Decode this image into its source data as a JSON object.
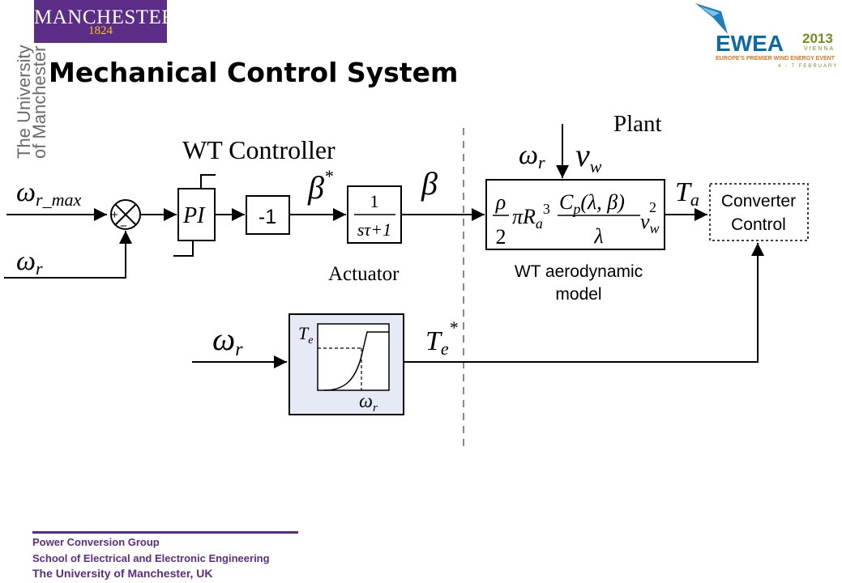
{
  "header": {
    "title": "Mechanical Control System",
    "manchester_logo": {
      "line1": "MANCHESTER",
      "line2": "1824"
    },
    "university_vertical": {
      "line1": "The University",
      "line2": "of Manchester"
    },
    "ewea_logo": {
      "wordmark": "EWEA",
      "year": "2013",
      "city": "VIENNA",
      "tagline": "EUROPE'S PREMIER WIND ENERGY EVENT",
      "dates": "4 - 7 FEBRUARY"
    }
  },
  "diagram": {
    "wt_controller_label": "WT Controller",
    "plant_label": "Plant",
    "actuator_label": "Actuator",
    "wt_aero_label": {
      "line1": "WT aerodynamic",
      "line2": "model"
    },
    "converter_label": {
      "line1": "Converter",
      "line2": "Control"
    },
    "pi_label": "PI",
    "gain_label": "-1",
    "tf_numerator": "1",
    "tf_denominator": "sτ+1",
    "omega_r_max": "ω",
    "omega_r_max_sub": "r_max",
    "omega_r_input": "ω",
    "omega_r_input_sub": "r",
    "beta_star": "β",
    "beta_star_sup": "*",
    "beta": "β",
    "plant_omega_r": "ω",
    "plant_omega_r_sub": "r",
    "v_w": "v",
    "v_w_sub": "w",
    "T_a": "T",
    "T_a_sub": "a",
    "omega_r_lower": "ω",
    "omega_r_lower_sub": "r",
    "T_e_star": "T",
    "T_e_star_sub": "e",
    "T_e_star_sup": "*",
    "curve_T_e": "T",
    "curve_T_e_sub": "e",
    "curve_omega_r": "ω",
    "curve_omega_r_sub": "r",
    "sum_plus": "+",
    "sum_minus": "−",
    "aero_formula": {
      "rho": "ρ",
      "two": "2",
      "pi_R": "πR",
      "R_sub": "a",
      "cube": "3",
      "Cp": "C",
      "Cp_sub": "p",
      "Cp_args": "(λ, β)",
      "lambda": "λ",
      "v": "v",
      "v_sub": "w",
      "v_sup": "2"
    }
  },
  "footer": {
    "line1": "Power Conversion Group",
    "line2": "School of Electrical and Electronic Engineering",
    "line3": "The University  of Manchester,  UK"
  }
}
